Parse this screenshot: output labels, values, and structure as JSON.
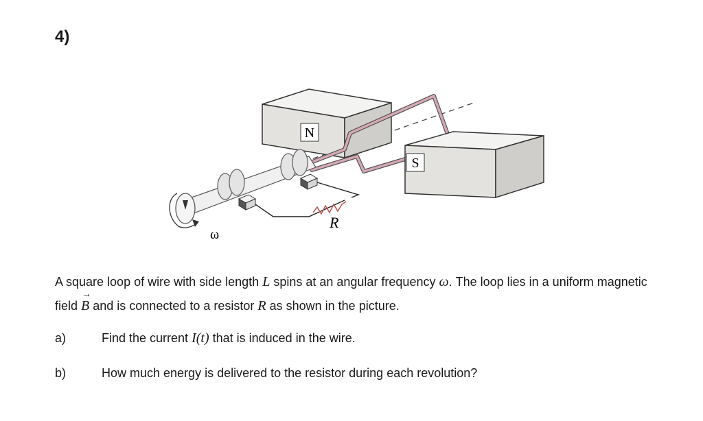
{
  "question_number": "4)",
  "figure": {
    "magnet_north_label": "N",
    "magnet_south_label": "S",
    "resistor_label": "R",
    "angular_frequency_label": "ω"
  },
  "problem": {
    "s1": "A square loop of wire with side length ",
    "L": "L",
    "s2": " spins at an angular frequency ",
    "omega": "ω",
    "s3": ". The loop lies in a uniform magnetic field ",
    "B": "B",
    "s4": " and is connected to a resistor ",
    "R": "R",
    "s5": " as shown in the picture."
  },
  "parts": [
    {
      "label": "a)",
      "pre": "Find the current ",
      "math": "I(t)",
      "post": " that is induced in the wire."
    },
    {
      "label": "b)",
      "pre": "How much energy is delivered to the resistor during each revolution?",
      "math": "",
      "post": ""
    }
  ]
}
